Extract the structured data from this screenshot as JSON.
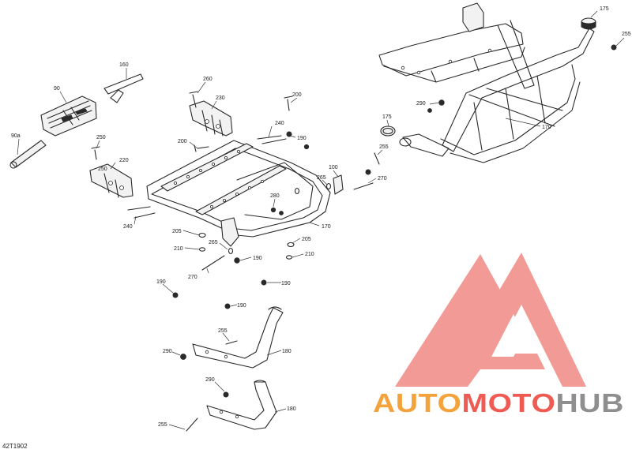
{
  "reference_code": "42T1902",
  "callouts": [
    {
      "id": "c175a",
      "text": "175"
    },
    {
      "id": "c255a",
      "text": "255"
    },
    {
      "id": "c160",
      "text": "160"
    },
    {
      "id": "c90",
      "text": "90"
    },
    {
      "id": "c90a",
      "text": "90a"
    },
    {
      "id": "c260",
      "text": "260"
    },
    {
      "id": "c230",
      "text": "230"
    },
    {
      "id": "c200a",
      "text": "200"
    },
    {
      "id": "c240a",
      "text": "240"
    },
    {
      "id": "c290a",
      "text": "290"
    },
    {
      "id": "c190a",
      "text": "190"
    },
    {
      "id": "c250a",
      "text": "250"
    },
    {
      "id": "c200b",
      "text": "200"
    },
    {
      "id": "c250b",
      "text": "250"
    },
    {
      "id": "c220",
      "text": "220"
    },
    {
      "id": "c175b",
      "text": "175"
    },
    {
      "id": "c255b",
      "text": "255"
    },
    {
      "id": "c170a",
      "text": "170"
    },
    {
      "id": "c100",
      "text": "100"
    },
    {
      "id": "c265a",
      "text": "265"
    },
    {
      "id": "c270a",
      "text": "270"
    },
    {
      "id": "c280",
      "text": "280"
    },
    {
      "id": "c240b",
      "text": "240"
    },
    {
      "id": "c170b",
      "text": "170"
    },
    {
      "id": "c205a",
      "text": "205"
    },
    {
      "id": "c210a",
      "text": "210"
    },
    {
      "id": "c265b",
      "text": "265"
    },
    {
      "id": "c190b",
      "text": "190"
    },
    {
      "id": "c205b",
      "text": "205"
    },
    {
      "id": "c210b",
      "text": "210"
    },
    {
      "id": "c270b",
      "text": "270"
    },
    {
      "id": "c190c",
      "text": "190"
    },
    {
      "id": "c190d",
      "text": "190"
    },
    {
      "id": "c190e",
      "text": "190"
    },
    {
      "id": "c255c",
      "text": "255"
    },
    {
      "id": "c290b",
      "text": "290"
    },
    {
      "id": "c180a",
      "text": "180"
    },
    {
      "id": "c290c",
      "text": "290"
    },
    {
      "id": "c180b",
      "text": "180"
    },
    {
      "id": "c255d",
      "text": "255"
    }
  ],
  "logo": {
    "part1": "AUTO",
    "part2": "MOTO",
    "part3": "HUB",
    "colors": {
      "orange": "#f4a23c",
      "red": "#ef5a53",
      "gray": "#8f8f8f",
      "mark": "#f08a84"
    }
  }
}
